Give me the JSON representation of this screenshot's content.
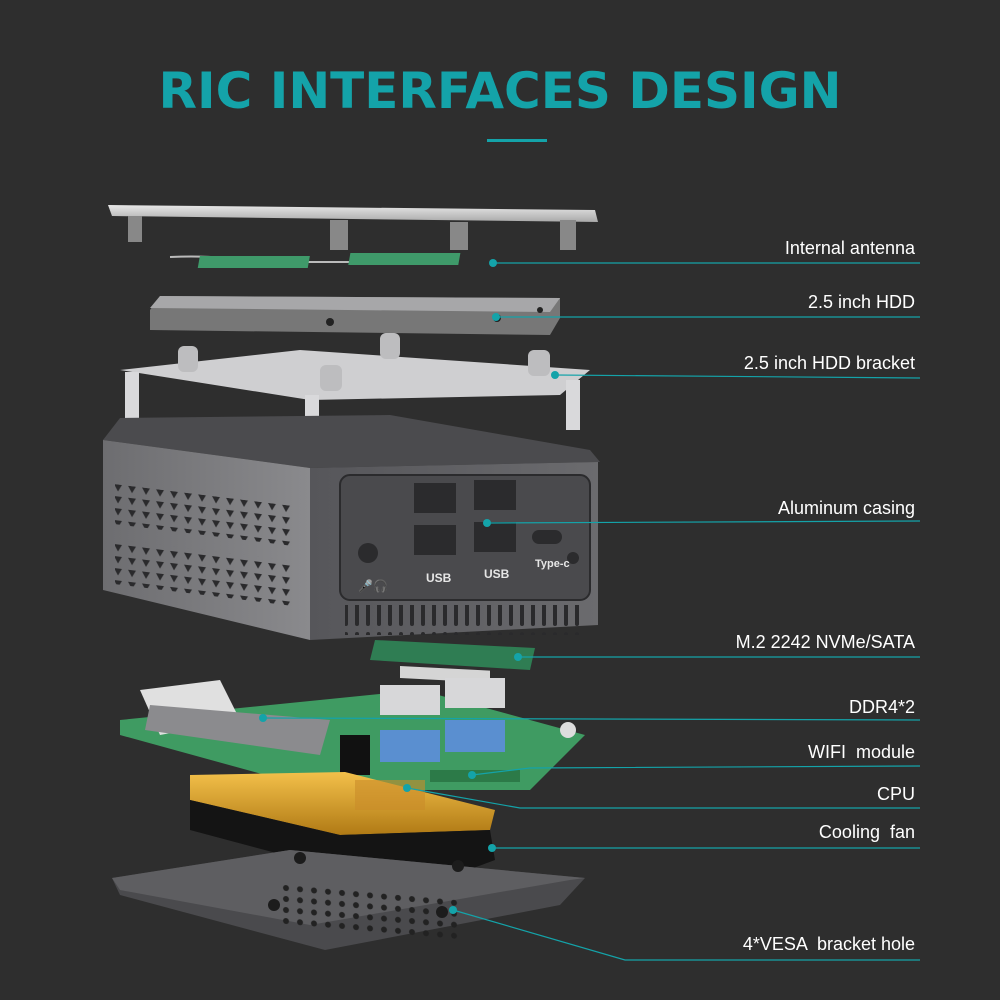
{
  "title": "RIC INTERFACES DESIGN",
  "accent_color": "#14a3a9",
  "background_color": "#2e2e2e",
  "components": [
    {
      "id": "internal-antenna",
      "label": "Internal antenna"
    },
    {
      "id": "hdd",
      "label": "2.5 inch HDD"
    },
    {
      "id": "hdd-bracket",
      "label": "2.5 inch HDD bracket"
    },
    {
      "id": "aluminum-casing",
      "label": "Aluminum casing"
    },
    {
      "id": "m2-ssd",
      "label": "M.2 2242 NVMe/SATA"
    },
    {
      "id": "ddr4",
      "label": "DDR4*2"
    },
    {
      "id": "wifi-module",
      "label": "WIFI  module"
    },
    {
      "id": "cpu",
      "label": "CPU"
    },
    {
      "id": "cooling-fan",
      "label": "Cooling  fan"
    },
    {
      "id": "vesa-holes",
      "label": "4*VESA  bracket hole"
    }
  ],
  "port_labels": {
    "audio_icon": "headset-mic-icon",
    "usb_left": "USB",
    "usb_right": "USB",
    "type_c": "Type-c"
  }
}
